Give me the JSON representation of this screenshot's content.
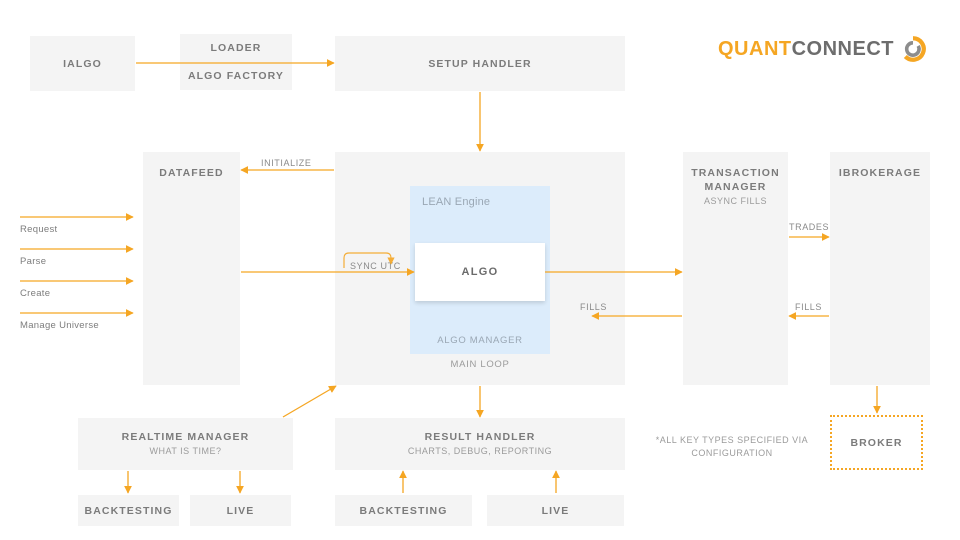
{
  "logo": {
    "part1": "QUANT",
    "part2": "CONNECT",
    "icon": "quantconnect-swirl-icon"
  },
  "colors": {
    "accent_orange": "#f5a623",
    "box_gray": "#f4f4f4",
    "lean_blue": "#dcecfb",
    "title_gray": "#7b7b7b",
    "sub_gray": "#9b9b9b"
  },
  "nodes": {
    "ialgo": {
      "title": "IALGO"
    },
    "loader_factory": {
      "top": "LOADER",
      "bottom": "ALGO FACTORY"
    },
    "setup_handler": {
      "title": "SETUP HANDLER"
    },
    "datafeed": {
      "title": "DATAFEED"
    },
    "lean": {
      "engine_label": "LEAN Engine",
      "algo": "ALGO",
      "algo_manager": "ALGO MANAGER",
      "main_loop": "MAIN LOOP"
    },
    "transaction_manager": {
      "title_line1": "TRANSACTION",
      "title_line2": "MANAGER",
      "subtitle": "ASYNC FILLS"
    },
    "ibrokerage": {
      "title": "IBROKERAGE"
    },
    "broker": {
      "title": "BROKER"
    },
    "realtime_manager": {
      "title": "REALTIME MANAGER",
      "subtitle": "WHAT IS TIME?"
    },
    "result_handler": {
      "title": "RESULT HANDLER",
      "subtitle": "CHARTS, DEBUG, REPORTING"
    },
    "rt_backtesting": {
      "title": "BACKTESTING"
    },
    "rt_live": {
      "title": "LIVE"
    },
    "rh_backtesting": {
      "title": "BACKTESTING"
    },
    "rh_live": {
      "title": "LIVE"
    }
  },
  "edge_labels": {
    "initialize": "INITIALIZE",
    "sync_utc": "SYNC UTC",
    "trades": "TRADES",
    "fills_left": "FILLS",
    "fills_right": "FILLS"
  },
  "inputs": [
    {
      "label": "Request"
    },
    {
      "label": "Parse"
    },
    {
      "label": "Create"
    },
    {
      "label": "Manage Universe"
    }
  ],
  "footnote": {
    "text": "*ALL KEY TYPES SPECIFIED VIA CONFIGURATION"
  }
}
